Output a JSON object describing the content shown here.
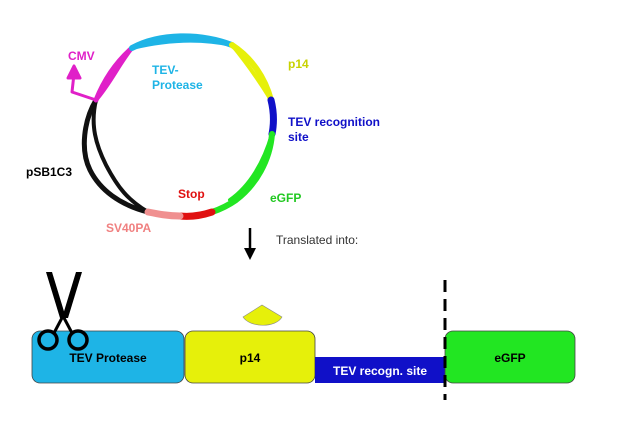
{
  "plasmid": {
    "labels": {
      "cmv": "CMV",
      "tev_line1": "TEV-",
      "tev_line2": "Protease",
      "p14": "p14",
      "tev_site_line1": "TEV recognition",
      "tev_site_line2": "site",
      "backbone": "pSB1C3",
      "stop": "Stop",
      "egfp": "eGFP",
      "sv40pa": "SV40PA"
    }
  },
  "arrow_caption": "Translated into:",
  "protein": {
    "tev_protease": "TEV Protease",
    "p14": "p14",
    "tev_site": "TEV recogn. site",
    "egfp": "eGFP"
  },
  "colors": {
    "cmv": "#e020c8",
    "tev_protease": "#1eb4e6",
    "p14": "#e6f00a",
    "tev_site": "#1010c8",
    "egfp": "#22e622",
    "stop": "#e01010",
    "sv40pa": "#f09090",
    "backbone": "#111111"
  },
  "icons": [
    "scissors-icon",
    "down-arrow-icon",
    "cmv-promoter-arrow-icon"
  ]
}
